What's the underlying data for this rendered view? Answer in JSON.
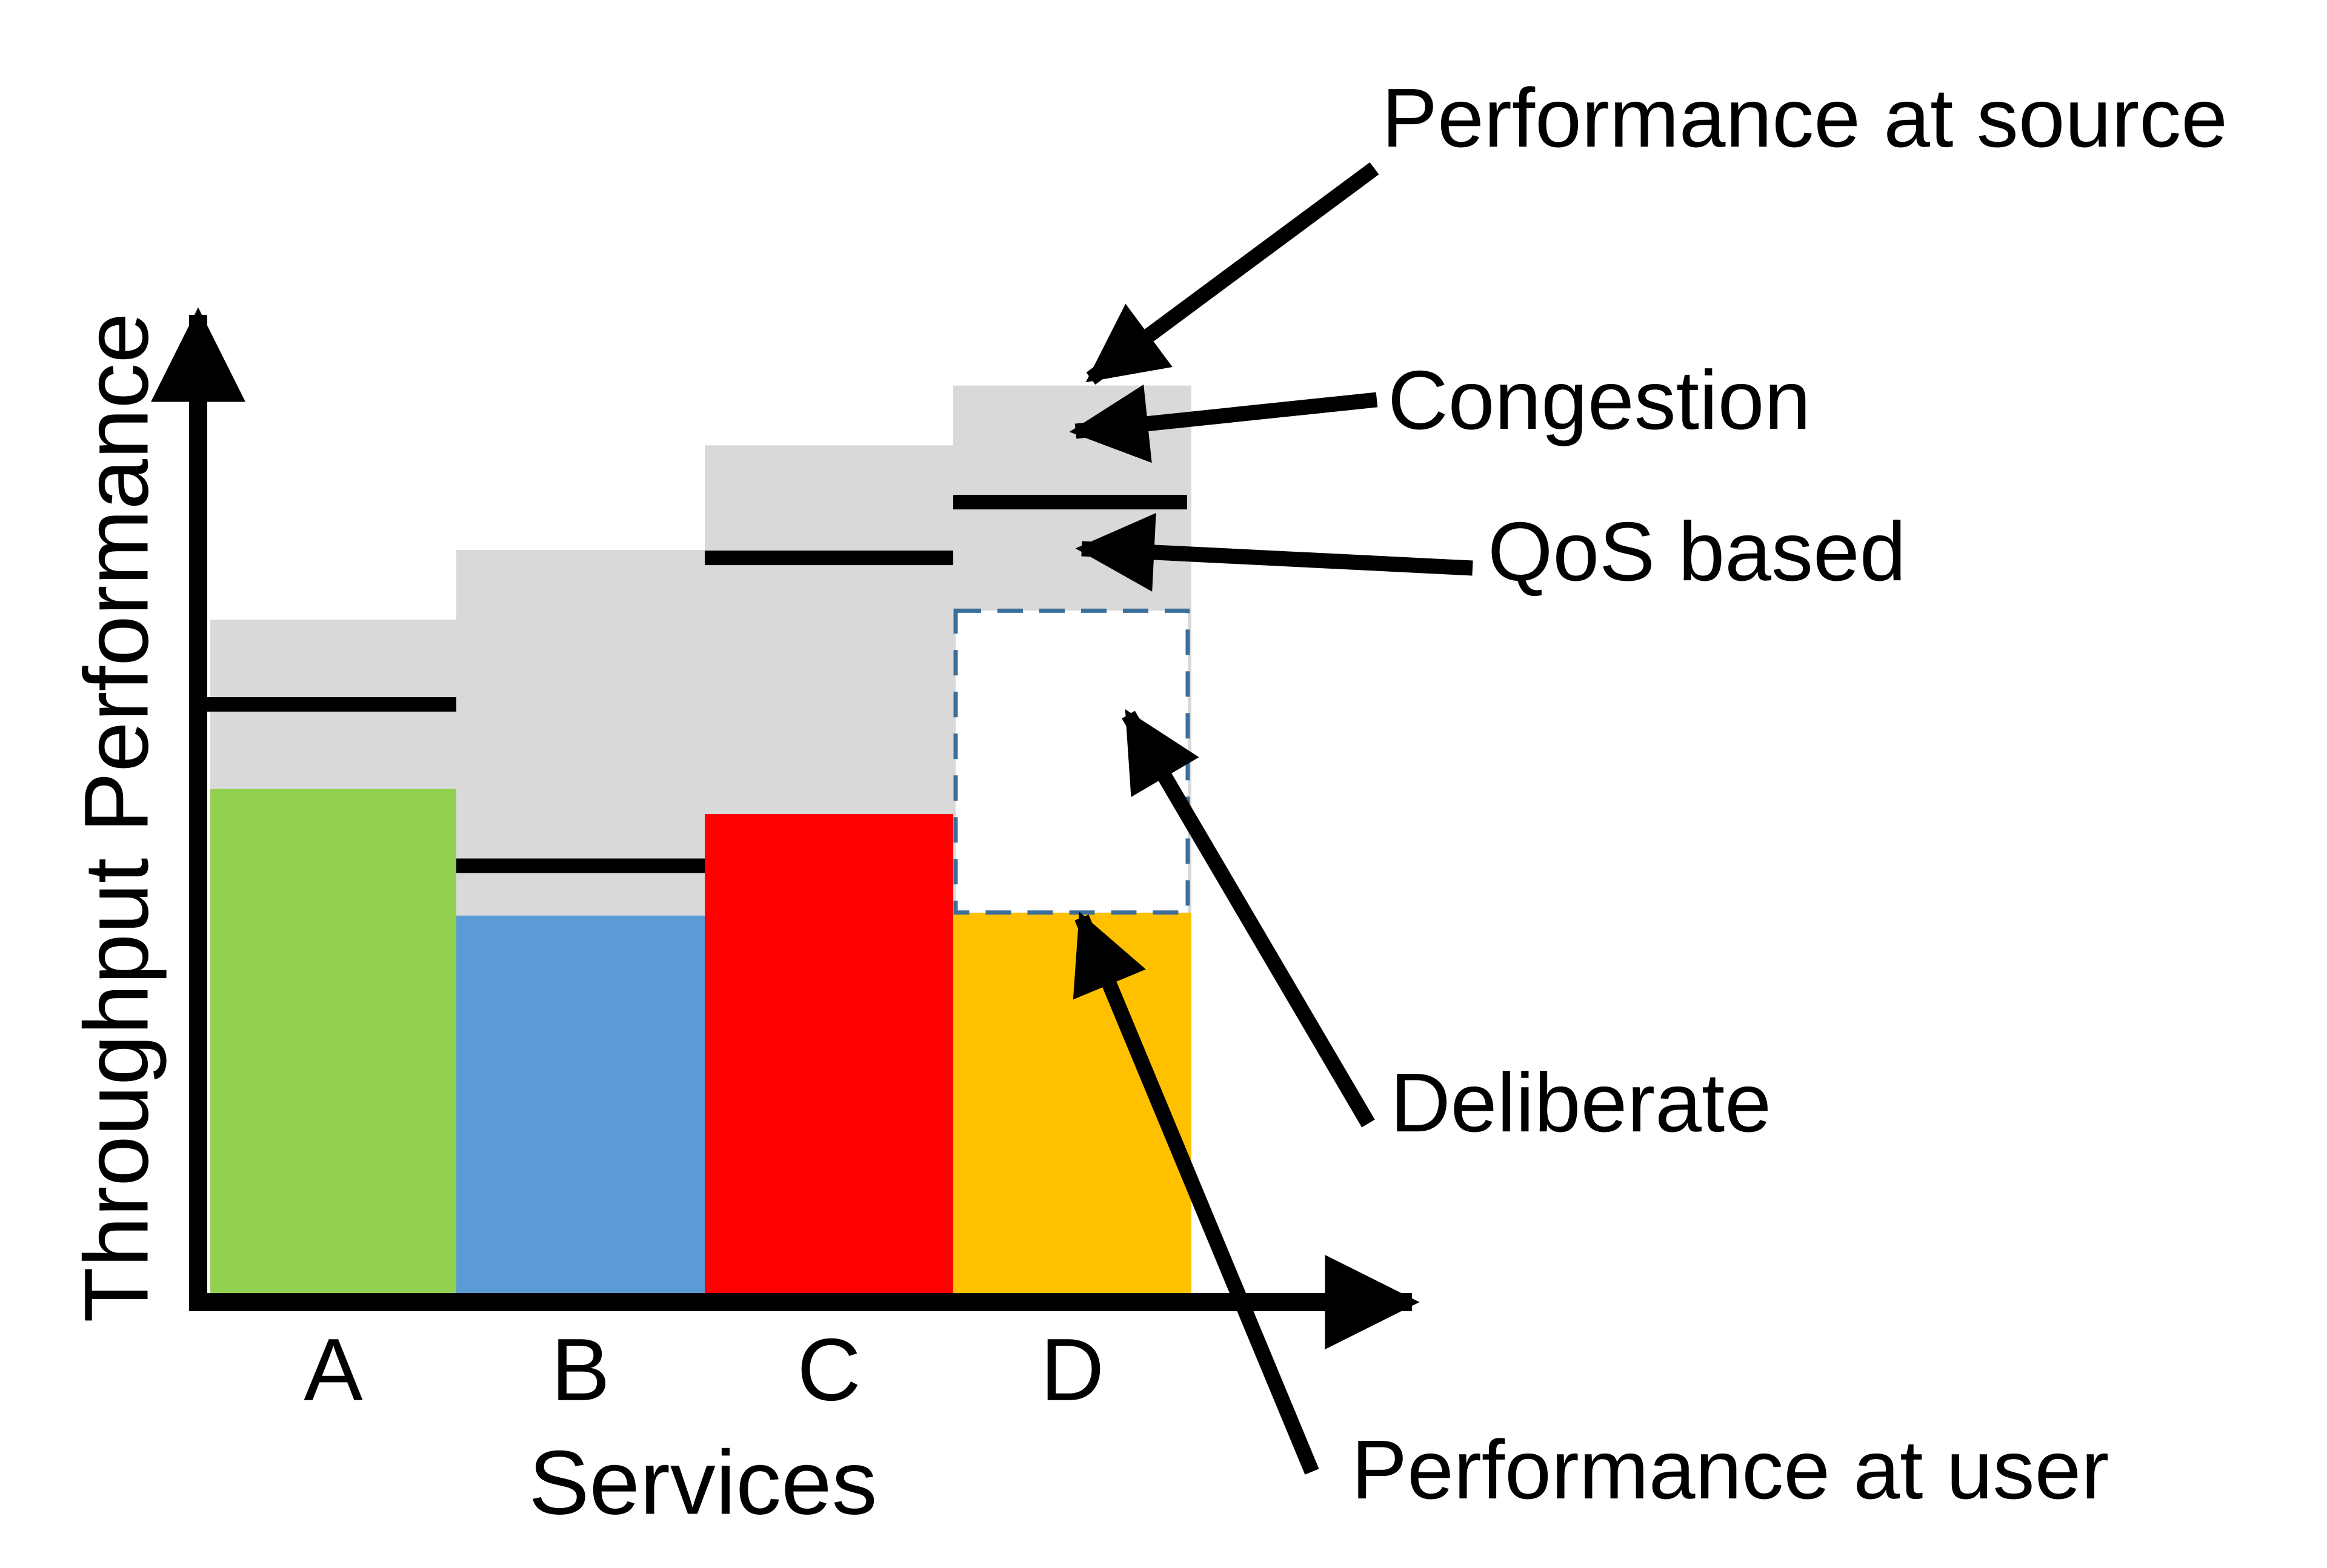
{
  "chart_data": {
    "type": "bar",
    "title": "",
    "xlabel": "Services",
    "ylabel": "Throughput Performance",
    "categories": [
      "A",
      "B",
      "C",
      "D"
    ],
    "ylim": [
      0,
      100
    ],
    "grid": false,
    "legend": "none (labels attached by arrows)",
    "series": [
      {
        "name": "Performance at user",
        "role": "colored front bars",
        "values": [
          51.5,
          38.8,
          49.0,
          39.1
        ]
      },
      {
        "name": "Performance at source",
        "role": "gray back bars",
        "values": [
          68.5,
          75.5,
          86.0,
          92.0
        ]
      },
      {
        "name": "QoS based",
        "role": "black level lines",
        "values": [
          60.0,
          43.8,
          74.7,
          80.3
        ]
      }
    ],
    "deliberate_gap": {
      "category": "D",
      "from": 39.1,
      "to": 69.4,
      "note": "white box with dashed border between user level and gray region on service D"
    }
  },
  "colors": {
    "user_bars": [
      "#92d050",
      "#5b9bd5",
      "#ff0000",
      "#ffc000"
    ],
    "source_bar": "#d9d9d9",
    "qos_line": "#000000",
    "deliberate_border": "#3c6e9b",
    "axis": "#000000",
    "text": "#000000",
    "background": "#ffffff"
  },
  "axes": {
    "y_label": "Throughput Performance",
    "x_label": "Services",
    "tick_labels_x": [
      "A",
      "B",
      "C",
      "D"
    ],
    "tick_labels_y": []
  },
  "annotations": {
    "source": {
      "label": "Performance at source"
    },
    "congestion": {
      "label": "Congestion"
    },
    "qos": {
      "label": "QoS based"
    },
    "deliberate": {
      "label": "Deliberate"
    },
    "user": {
      "label": "Performance at user"
    }
  }
}
